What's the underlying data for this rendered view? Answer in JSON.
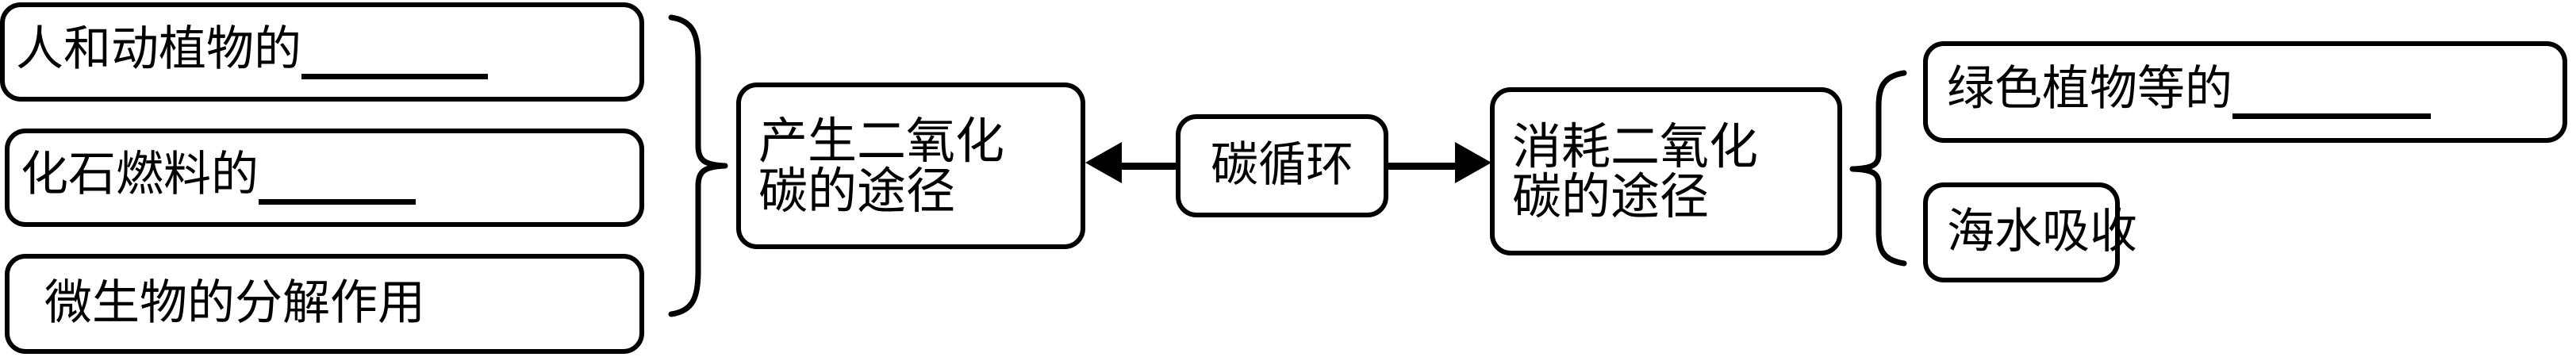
{
  "diagram": {
    "title": "碳循环",
    "hub": {
      "label": "碳循环"
    },
    "colors": {
      "stroke": "#000000",
      "background": "#ffffff",
      "text": "#000000"
    },
    "producing": {
      "path_label_line1": "产生二氧化",
      "path_label_line2": "碳的途径",
      "sources": [
        {
          "text": "人和动植物的",
          "has_blank": true
        },
        {
          "text": "化石燃料的",
          "has_blank": true
        },
        {
          "text": "微生物的分解作用",
          "has_blank": false
        }
      ]
    },
    "consuming": {
      "path_label_line1": "消耗二氧化",
      "path_label_line2": "碳的途径",
      "sinks": [
        {
          "text": "绿色植物等的",
          "has_blank": true
        },
        {
          "text": "海水吸收",
          "has_blank": false
        }
      ]
    },
    "connectors": {
      "left_arrow": "arrow-pointing-left",
      "right_arrow": "arrow-pointing-right",
      "left_brace": "curly-brace-right-facing",
      "right_brace": "curly-brace-left-facing"
    }
  }
}
